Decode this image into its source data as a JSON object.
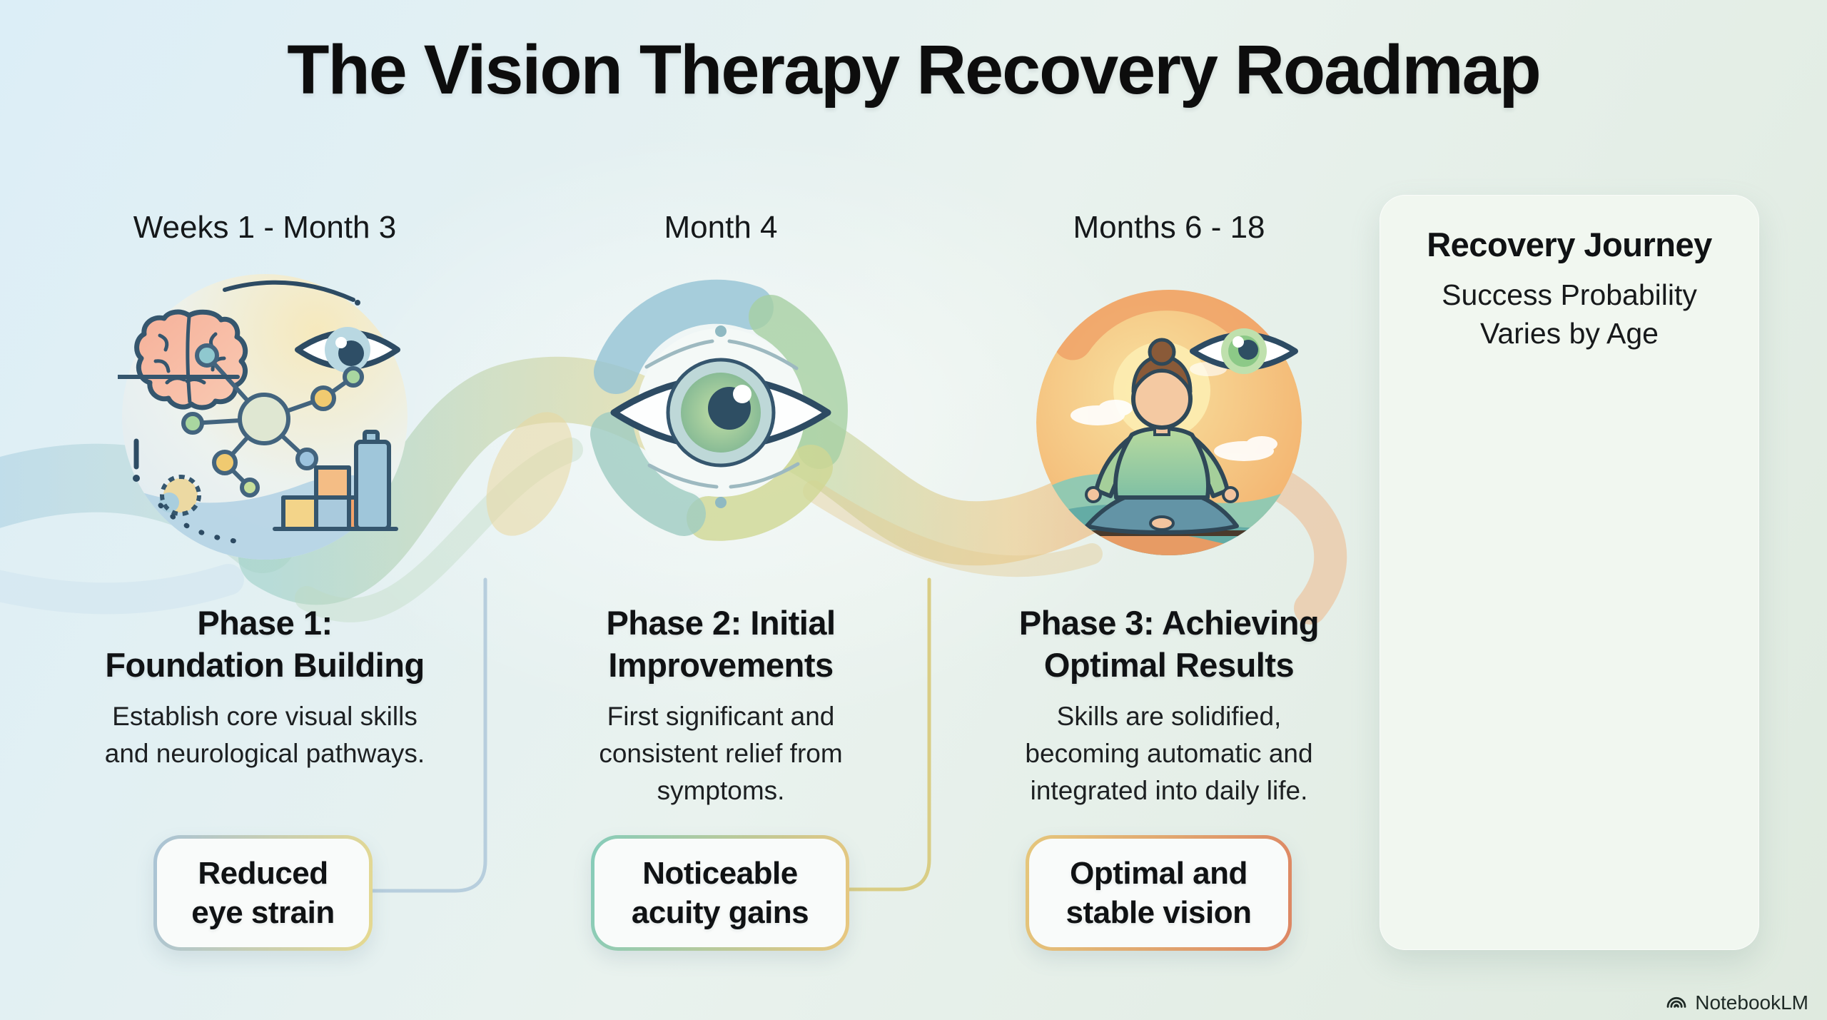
{
  "title": "The Vision Therapy Recovery Roadmap",
  "phases": [
    {
      "timeline": "Weeks 1 - Month 3",
      "title_lines": [
        "Phase 1:",
        "Foundation Building"
      ],
      "description_lines": [
        "Establish core visual skills",
        "and neurological pathways."
      ],
      "outcome_lines": [
        "Reduced",
        "eye strain"
      ],
      "illustration": "brain-eye-network-blocks-icon",
      "border_colors": [
        "#a9c3d6",
        "#e6d98f"
      ]
    },
    {
      "timeline": "Month 4",
      "title_lines": [
        "Phase 2: Initial",
        "Improvements"
      ],
      "description_lines": [
        "First significant and",
        "consistent relief from",
        "symptoms."
      ],
      "outcome_lines": [
        "Noticeable",
        "acuity gains"
      ],
      "illustration": "eye-focus-ring-icon",
      "border_colors": [
        "#86ccba",
        "#e9c77e"
      ]
    },
    {
      "timeline": "Months 6 - 18",
      "title_lines": [
        "Phase 3: Achieving",
        "Optimal Results"
      ],
      "description_lines": [
        "Skills are solidified,",
        "becoming automatic and",
        "integrated into daily life."
      ],
      "outcome_lines": [
        "Optimal and",
        "stable vision"
      ],
      "illustration": "meditating-person-eye-icon",
      "border_colors": [
        "#e5c77c",
        "#dd8663"
      ]
    }
  ],
  "side_panel": {
    "title": "Recovery Journey",
    "subtitle_lines": [
      "Success Probability",
      "Varies by Age"
    ]
  },
  "watermark": "NotebookLM",
  "colors": {
    "background_top_left": "#dceef7",
    "background_mid": "#e9f2ee",
    "background_bottom_right": "#dfeadf",
    "panel_bg": "#f1f7f0",
    "box_bg": "#f9fbfa",
    "connector_1": "#b7cedd",
    "connector_2": "#d9cd85",
    "title_text": "#0d0d0d"
  }
}
